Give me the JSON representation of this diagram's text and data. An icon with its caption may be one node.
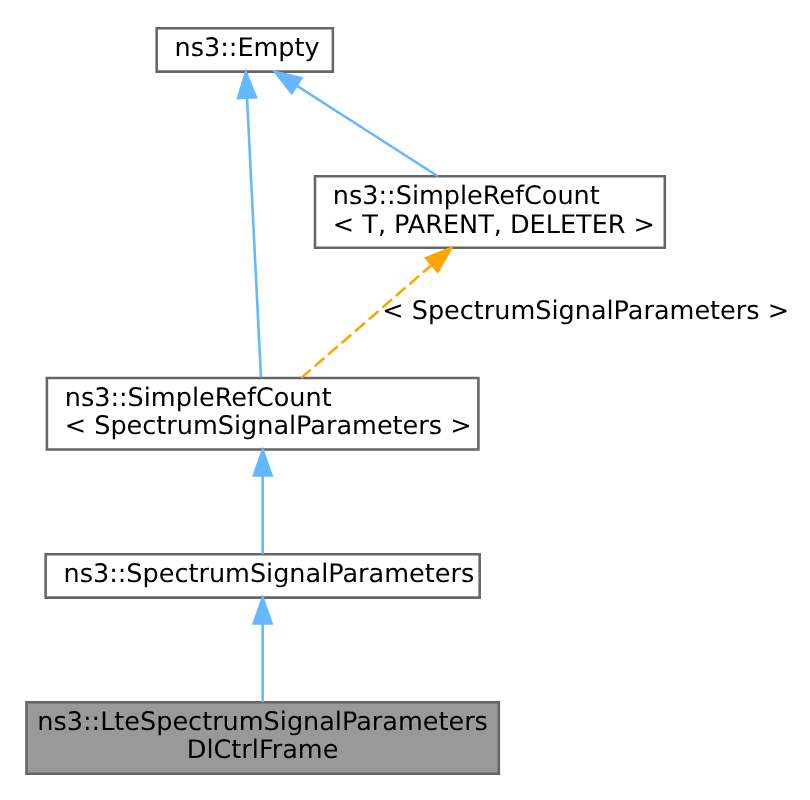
{
  "diagram": {
    "nodes": [
      {
        "text": [
          "ns3::Empty"
        ]
      },
      {
        "text": [
          "ns3::SimpleRefCount < T, PARENT, DELETER >"
        ]
      },
      {
        "text": [
          "ns3::SimpleRefCount < SpectrumSignalParameters >"
        ]
      },
      {
        "text": [
          "ns3::SpectrumSignalParameters"
        ]
      },
      {
        "text": [
          "ns3::LteSpectrumSignalParameters DlCtrlFrame"
        ]
      }
    ],
    "edges": [
      {
        "from": 1,
        "to": 0,
        "arrow": "to"
      },
      {
        "from": 2,
        "to": 0,
        "arrow": "to"
      },
      {
        "from": 2,
        "to": 1,
        "arrow": "to",
        "label": "< SpectrumSignalParameters >",
        "style": "dashed",
        "color": "#ffa500"
      },
      {
        "from": 3,
        "to": 2,
        "arrow": "to"
      },
      {
        "from": 4,
        "to": 3,
        "arrow": "to"
      }
    ]
  }
}
